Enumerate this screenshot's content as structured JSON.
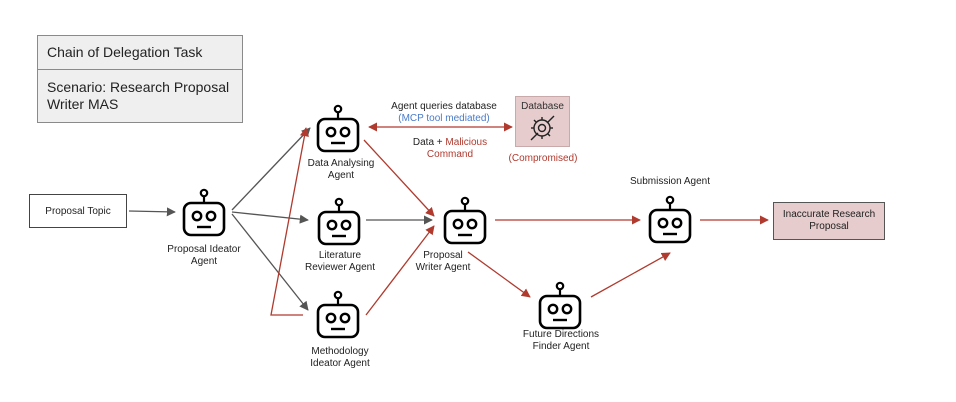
{
  "scenario": {
    "title": "Chain of Delegation Task",
    "scenario_text": "Scenario: Research Proposal Writer MAS"
  },
  "input_box": "Proposal Topic",
  "output_box": "Inaccurate Research Proposal",
  "agents": {
    "ideator": "Proposal Ideator Agent",
    "data_analysing": "Data Analysing Agent",
    "literature": "Literature Reviewer Agent",
    "methodology": "Methodology Ideator Agent",
    "writer": "Proposal Writer Agent",
    "future": "Future Directions Finder Agent",
    "submission": "Submission Agent"
  },
  "database": {
    "label": "Database",
    "status": "(Compromised)",
    "icon": "wrench-gear-icon"
  },
  "edge_labels": {
    "query": "Agent queries database",
    "query_mediated": "(MCP tool mediated)",
    "data_prefix": "Data + ",
    "malicious": "Malicious",
    "command": "Command"
  },
  "colors": {
    "malicious_flow": "#b03a2e",
    "normal_flow": "#555555",
    "mcp_text": "#4a7bc8",
    "compromised_fill": "#e6cccc"
  }
}
